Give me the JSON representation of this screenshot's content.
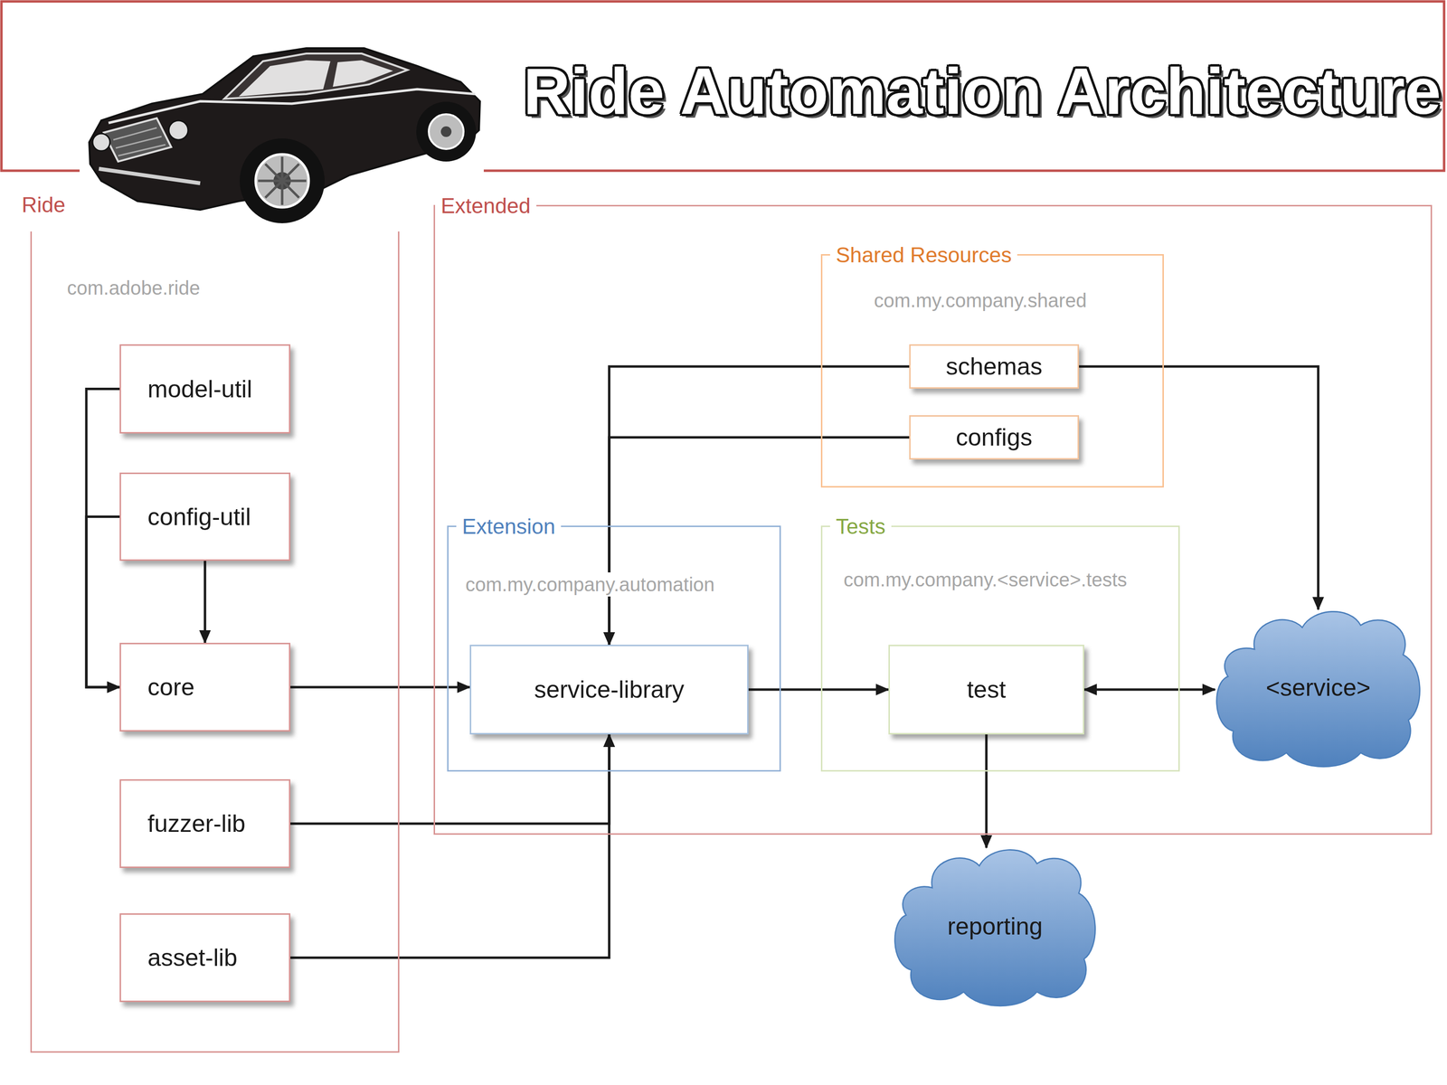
{
  "diagram": {
    "title": "Ride Automation Architecture",
    "nodes": [
      {
        "text": [
          "Ride",
          "com.adobe.ride"
        ]
      },
      {
        "text": [
          "model-util"
        ],
        "in": 0
      },
      {
        "text": [
          "config-util"
        ],
        "in": 0
      },
      {
        "text": [
          "core"
        ],
        "in": 0
      },
      {
        "text": [
          "fuzzer-lib"
        ],
        "in": 0
      },
      {
        "text": [
          "asset-lib"
        ],
        "in": 0
      },
      {
        "text": [
          "Extended"
        ]
      },
      {
        "text": [
          "Shared Resources",
          "com.my.company.shared"
        ],
        "in": 6
      },
      {
        "text": [
          "schemas"
        ],
        "in": 7
      },
      {
        "text": [
          "configs"
        ],
        "in": 7
      },
      {
        "text": [
          "Extension",
          "com.my.company.automation"
        ],
        "in": 6
      },
      {
        "text": [
          "service-library"
        ],
        "in": 10
      },
      {
        "text": [
          "Tests",
          "com.my.company.<service>.tests"
        ],
        "in": 6
      },
      {
        "text": [
          "test"
        ],
        "in": 12
      },
      {
        "text": [
          "<service>"
        ],
        "in": 6
      },
      {
        "text": [
          "reporting"
        ]
      }
    ],
    "edges": [
      {
        "from": 1,
        "to": 3,
        "arrow": "to"
      },
      {
        "from": 2,
        "to": 3,
        "arrow": "to"
      },
      {
        "from": 2,
        "to": 3,
        "arrow": "to"
      },
      {
        "from": 3,
        "to": 11,
        "arrow": "to"
      },
      {
        "from": 4,
        "to": 11,
        "arrow": "to"
      },
      {
        "from": 5,
        "to": 11,
        "arrow": "to"
      },
      {
        "from": 8,
        "to": 11,
        "arrow": "to"
      },
      {
        "from": 9,
        "to": 11,
        "arrow": "to"
      },
      {
        "from": 8,
        "to": 14,
        "arrow": "to"
      },
      {
        "from": 11,
        "to": 13,
        "arrow": "to"
      },
      {
        "from": 13,
        "to": 14,
        "arrow": "both"
      },
      {
        "from": 13,
        "to": 15,
        "arrow": "to"
      }
    ]
  }
}
